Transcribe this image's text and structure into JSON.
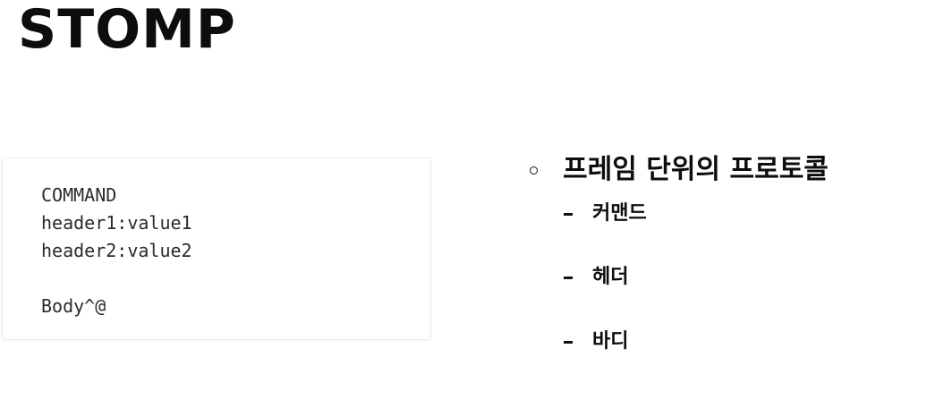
{
  "slide": {
    "title": "STOMP"
  },
  "code_block": {
    "lines": [
      "COMMAND",
      "header1:value1",
      "header2:value2",
      "",
      "Body^@"
    ]
  },
  "bullets": {
    "main": "프레임 단위의 프로토콜",
    "sub_items": [
      "커맨드",
      "헤더",
      "바디"
    ]
  },
  "colors": {
    "text": "#0d0d0d",
    "code_text": "#2b2b2b",
    "panel_border": "#eaeaea"
  }
}
